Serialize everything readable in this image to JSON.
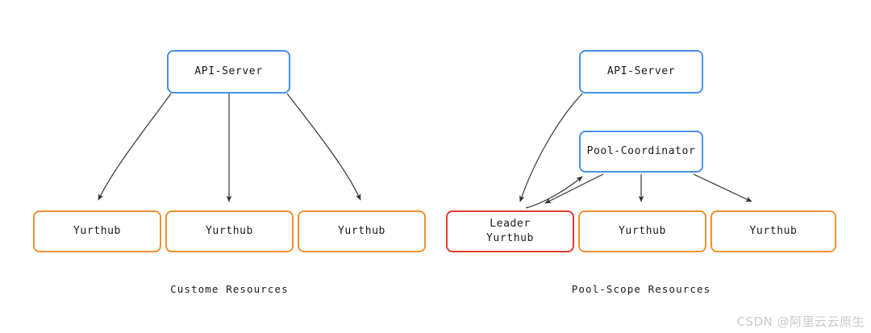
{
  "diagram": {
    "background_color": "#ffffff",
    "edge_color": "#333333",
    "colors": {
      "blue": "#4a90e8",
      "orange": "#ef9130",
      "red": "#e8392e",
      "text": "#1a1a1a",
      "watermark": "#c9c9c9"
    },
    "left_group": {
      "caption": "Custome Resources",
      "nodes": {
        "api_server": "API-Server",
        "yurthub_1": "Yurthub",
        "yurthub_2": "Yurthub",
        "yurthub_3": "Yurthub"
      }
    },
    "right_group": {
      "caption": "Pool-Scope Resources",
      "nodes": {
        "api_server": "API-Server",
        "pool_coordinator": "Pool-Coordinator",
        "leader_yurthub": "Leader\nYurthub",
        "yurthub_2": "Yurthub",
        "yurthub_3": "Yurthub"
      }
    }
  },
  "watermark": "CSDN @阿里云云原生"
}
